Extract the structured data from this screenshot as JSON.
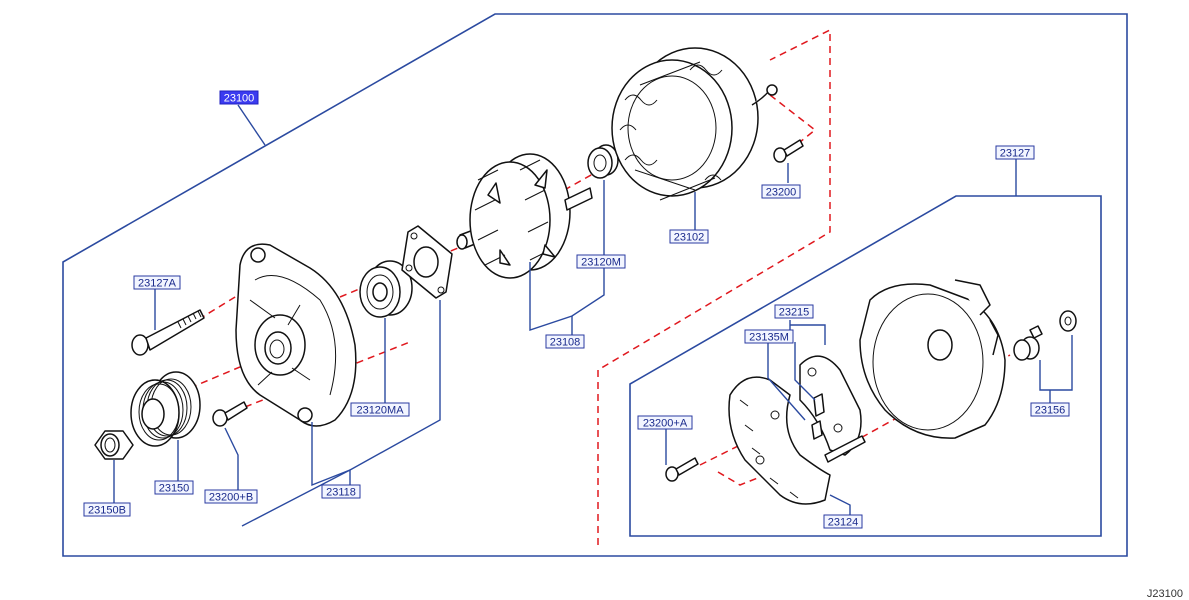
{
  "labels": {
    "assembly": "23100",
    "bolt_rear": "23127A",
    "pulley_nut": "23150B",
    "pulley": "23150",
    "screw_front": "23200+B",
    "front_case": "23118",
    "bearing_front": "23120MA",
    "rotor": "23108",
    "bearing_rear": "23120M",
    "stator": "23102",
    "screw_stator": "23200",
    "rear_assembly": "23127",
    "regulator": "23215",
    "brush_set": "23135M",
    "screw_rear": "23200+A",
    "rectifier": "23124",
    "terminal_set": "23156"
  },
  "colors": {
    "frame": "#2b4aa0",
    "reference_line": "#e0181e",
    "highlight": "#3b3bf0"
  },
  "corner_id": "J23100"
}
